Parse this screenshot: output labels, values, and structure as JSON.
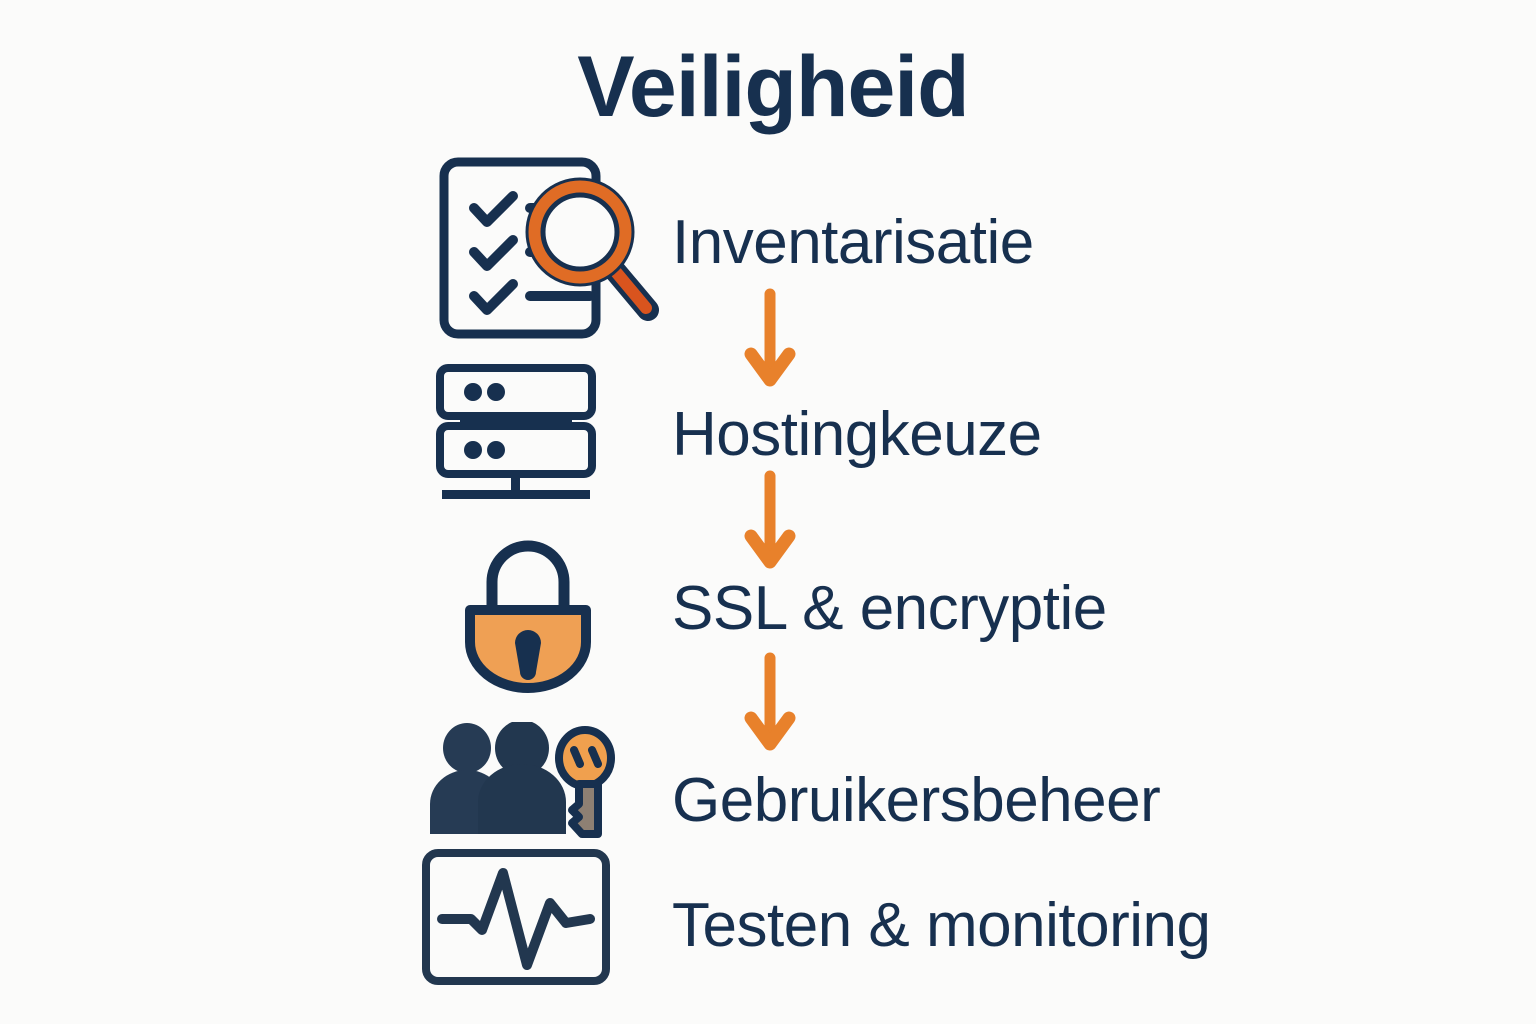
{
  "page": {
    "title": "Veiligheid",
    "background_color": "#fbfbfa",
    "navy": "#17304f",
    "orange": "#e8812b",
    "orange_light": "#efa054"
  },
  "steps": [
    {
      "label": "Inventarisatie",
      "icon": "checklist-magnifier-icon"
    },
    {
      "label": "Hostingkeuze",
      "icon": "server-rack-icon"
    },
    {
      "label": "SSL & encryptie",
      "icon": "padlock-icon"
    },
    {
      "label": "Gebruikersbeheer",
      "icon": "users-key-icon"
    },
    {
      "label": "Testen & monitoring",
      "icon": "monitor-pulse-icon"
    }
  ],
  "connectors": [
    {
      "name": "arrow-1",
      "direction": "down"
    },
    {
      "name": "arrow-2",
      "direction": "down"
    },
    {
      "name": "arrow-3",
      "direction": "down"
    }
  ]
}
